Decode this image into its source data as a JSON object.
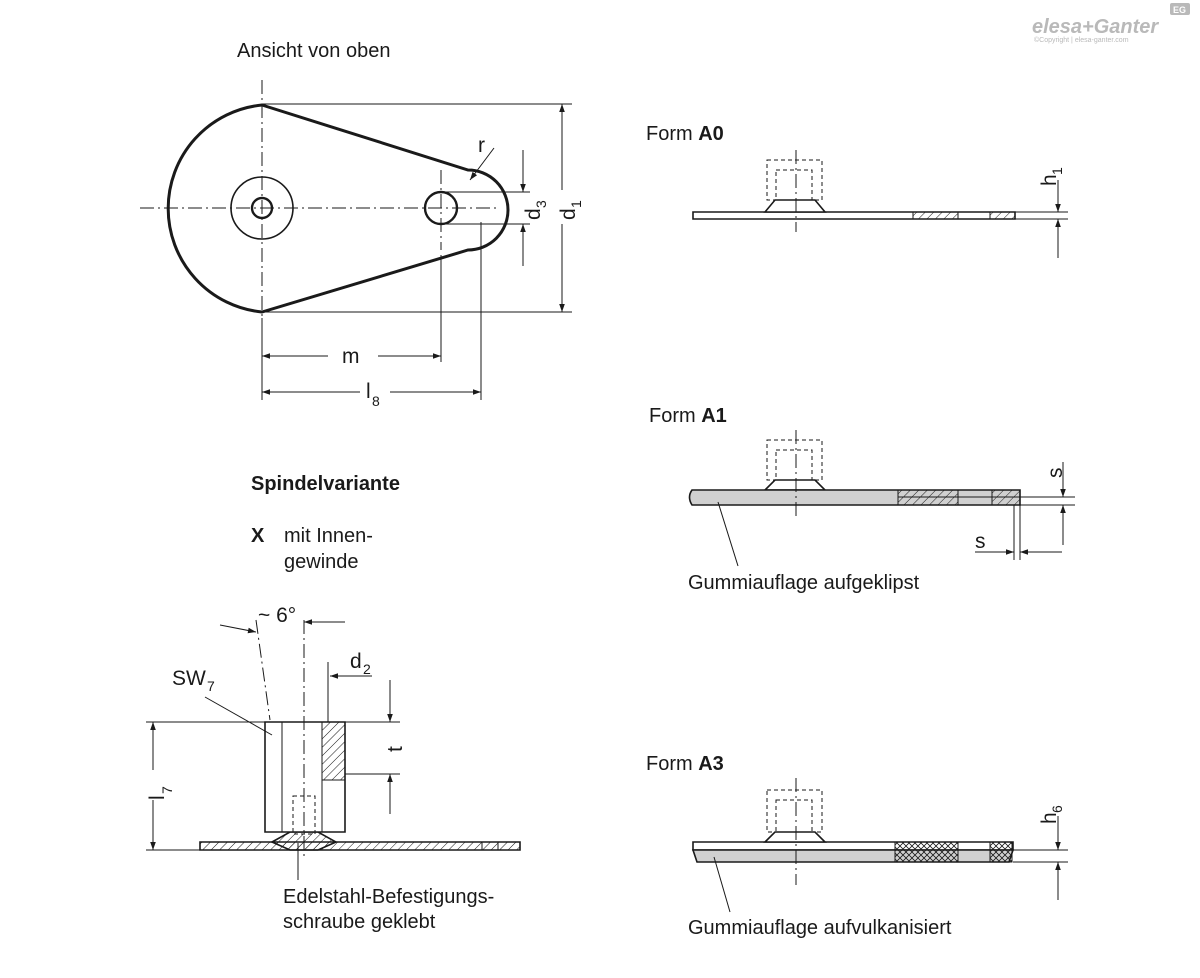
{
  "logo": {
    "brand": "elesa+Ganter",
    "badge": "EG",
    "copyright": "©Copyright | elesa-ganter.com"
  },
  "top_view": {
    "title": "Ansicht von oben",
    "dims": {
      "r": "r",
      "d3": "d",
      "d3_sub": "3",
      "d1": "d",
      "d1_sub": "1",
      "m": "m",
      "l8": "l",
      "l8_sub": "8"
    }
  },
  "spindle": {
    "heading": "Spindelvariante",
    "code": "X",
    "desc_line1": "mit Innen-",
    "desc_line2": "gewinde",
    "angle": "~ 6°",
    "sw": "SW",
    "sw_sub": "7",
    "d2": "d",
    "d2_sub": "2",
    "t": "t",
    "l7": "l",
    "l7_sub": "7",
    "note_line1": "Edelstahl-Befestigungs-",
    "note_line2": "schraube geklebt"
  },
  "form_a0": {
    "label": "Form ",
    "code": "A0",
    "h": "h",
    "h_sub": "1"
  },
  "form_a1": {
    "label": "Form ",
    "code": "A1",
    "s_top": "s",
    "s_side": "s",
    "note": "Gummiauflage aufgeklipst"
  },
  "form_a3": {
    "label": "Form ",
    "code": "A3",
    "h": "h",
    "h_sub": "6",
    "note": "Gummiauflage aufvulkanisiert"
  }
}
